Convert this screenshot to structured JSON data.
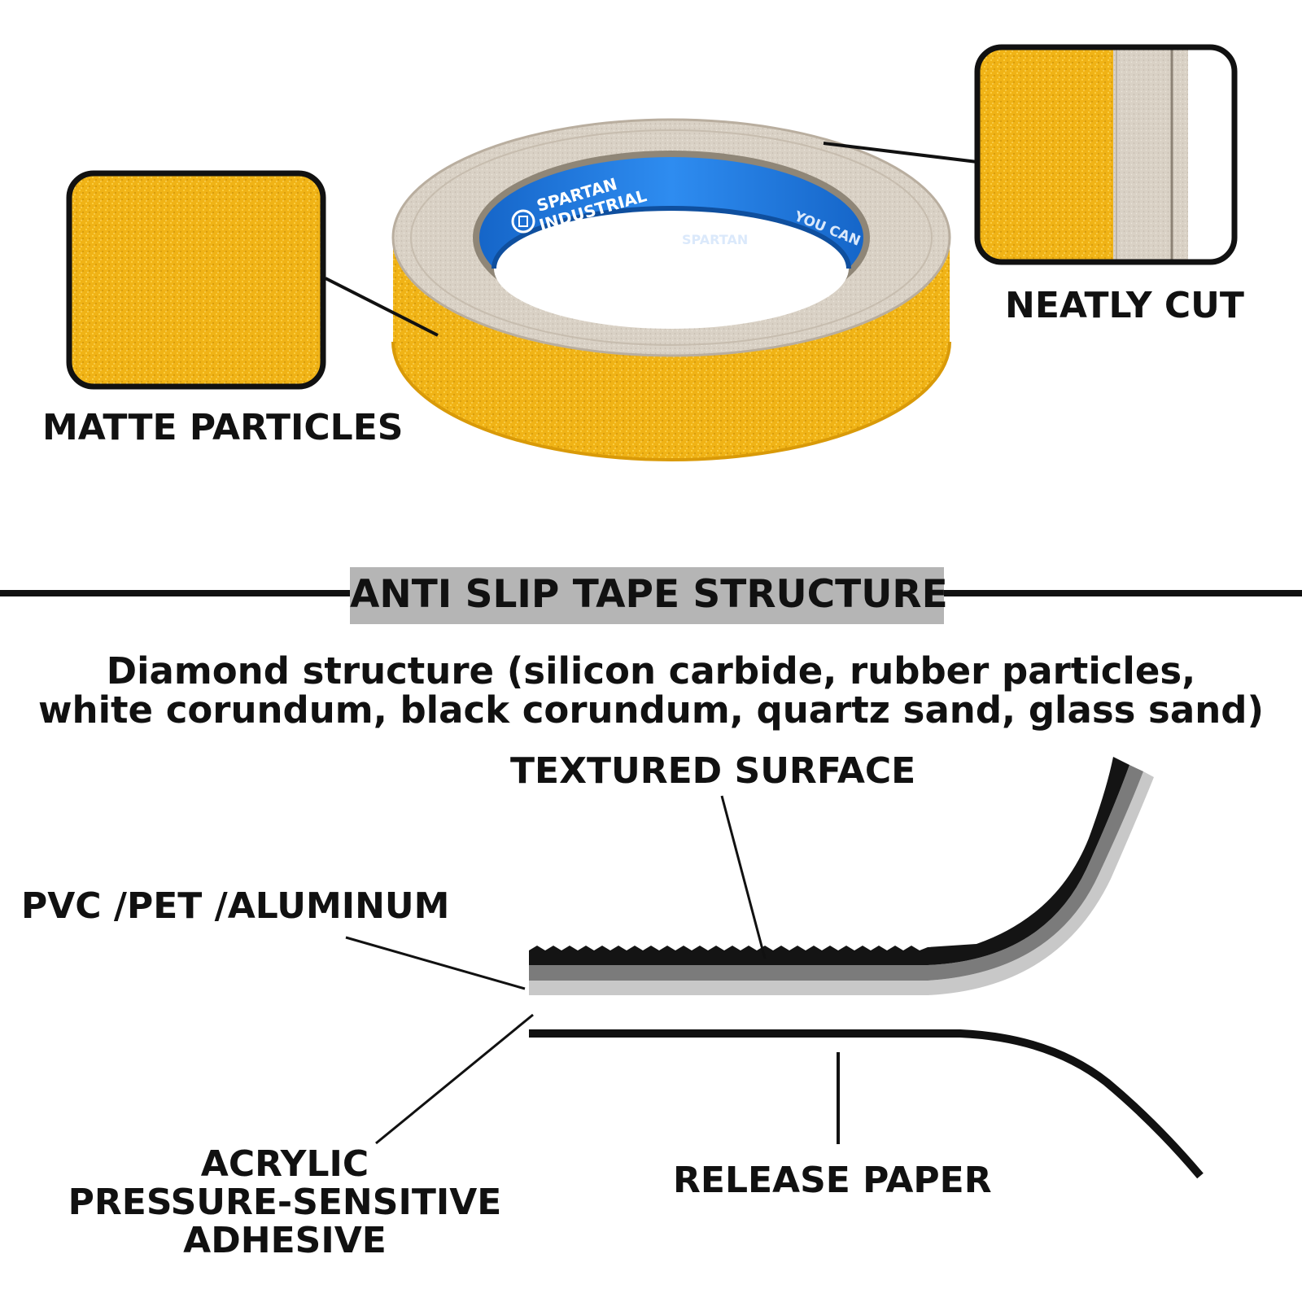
{
  "callouts": {
    "matte": "MATTE PARTICLES",
    "neat": "NEATLY CUT"
  },
  "tape_core": {
    "brand_line1": "SPARTAN",
    "brand_line2": "INDUSTRIAL",
    "tagline": "YOU CAN",
    "brand_repeat": "SPARTAN"
  },
  "section": {
    "title": "ANTI SLIP TAPE STRUCTURE"
  },
  "description": {
    "line1": "Diamond structure (silicon carbide, rubber particles,",
    "line2": "white corundum, black corundum, quartz sand, glass sand)"
  },
  "layers": {
    "textured_surface": "TEXTURED SURFACE",
    "base": "PVC /PET /ALUMINUM",
    "adhesive_line1": "ACRYLIC",
    "adhesive_line2": "PRESSURE-SENSITIVE",
    "adhesive_line3": "ADHESIVE",
    "release": "RELEASE PAPER"
  },
  "colors": {
    "tape_yellow": "#f2b417",
    "core_blue": "#1f7be0",
    "backing_beige": "#d8d0c4",
    "section_bar": "#b5b5b5",
    "ink": "#111111"
  }
}
